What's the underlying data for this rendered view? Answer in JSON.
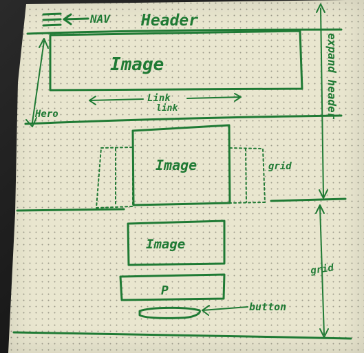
{
  "labels": {
    "nav": "NAV",
    "header": "Header",
    "expand_header": "expand header",
    "hero": "Hero",
    "hero_image": "Image",
    "link_1": "Link",
    "link_2": "link",
    "grid_image": "Image",
    "grid_1": "grid",
    "stack_image": "Image",
    "paragraph": "P",
    "button": "button",
    "grid_2": "grid"
  },
  "colors": {
    "ink": "#1f7a34",
    "paper": "#e9e6cf",
    "background": "#1f1f1f"
  },
  "icons": {
    "menu": "hamburger-menu-icon"
  }
}
